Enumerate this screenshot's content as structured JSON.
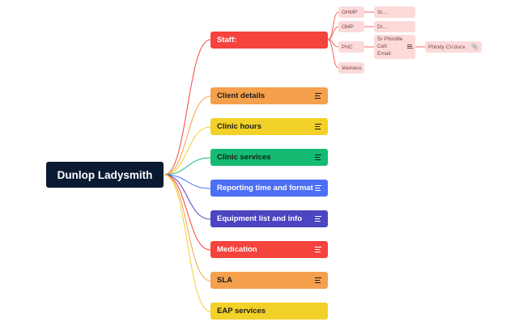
{
  "root": {
    "label": "Dunlop Ladysmith"
  },
  "branches": [
    {
      "label": "Staff:",
      "color": "#f5433d",
      "text_color": "#ffffff",
      "has_notes": false
    },
    {
      "label": "Client details",
      "color": "#f5a04d",
      "text_color": "#1c1c1c",
      "has_notes": true
    },
    {
      "label": "Clinic hours",
      "color": "#f2d128",
      "text_color": "#1c1c1c",
      "has_notes": true
    },
    {
      "label": "Clinic services",
      "color": "#15ba73",
      "text_color": "#1c1c1c",
      "has_notes": true
    },
    {
      "label": "Reporting time and format",
      "color": "#4d6ff5",
      "text_color": "#ffffff",
      "has_notes": true
    },
    {
      "label": "Equipment list and info",
      "color": "#4b45c1",
      "text_color": "#ffffff",
      "has_notes": true
    },
    {
      "label": "Medication",
      "color": "#f5433d",
      "text_color": "#ffffff",
      "has_notes": true
    },
    {
      "label": "SLA",
      "color": "#f5a04d",
      "text_color": "#1c1c1c",
      "has_notes": true
    },
    {
      "label": "EAP services",
      "color": "#f2d128",
      "text_color": "#1c1c1c",
      "has_notes": false
    }
  ],
  "staff_children": [
    {
      "label": "OHMP",
      "child": "Sr...."
    },
    {
      "label": "OMP",
      "child": "Dr..."
    },
    {
      "label": "PHC",
      "child_lines": [
        "Sr Phindile",
        "Cell:",
        "Email:"
      ],
      "attachment": "Phindy CV.docx"
    },
    {
      "label": "Welness"
    }
  ],
  "icons": [
    "notes-icon",
    "paperclip-icon"
  ]
}
